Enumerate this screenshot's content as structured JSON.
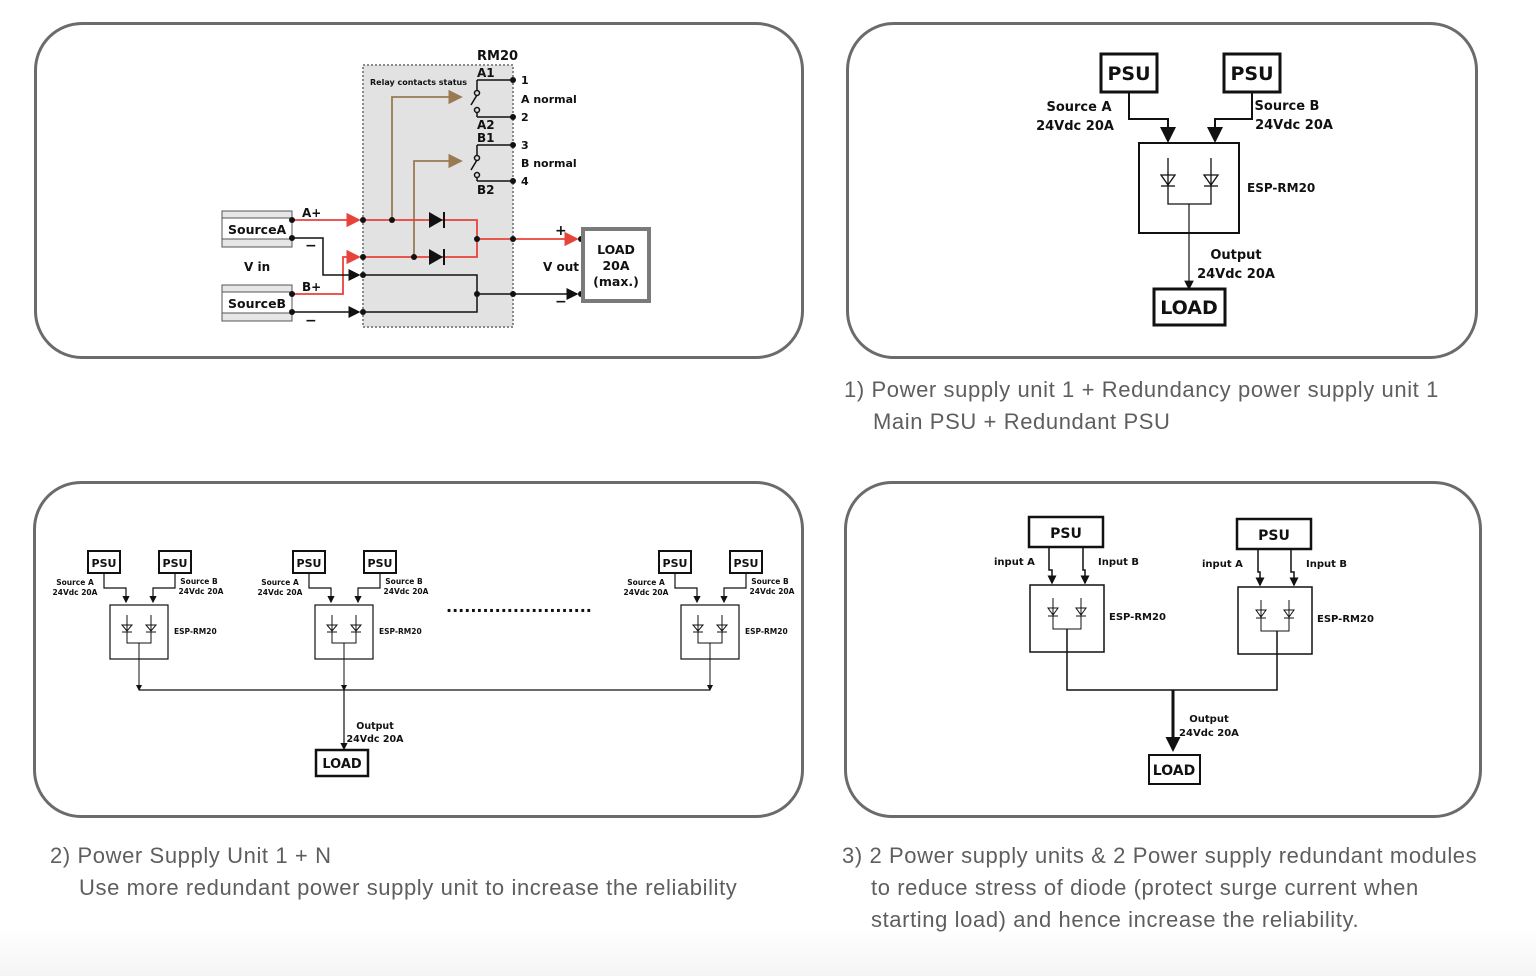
{
  "colors": {
    "panel_border": "#6b6b6b",
    "wire_positive": "#e8433a",
    "relay_line": "#9a7a52",
    "module_fill": "#e2e2e2",
    "caption_text": "#5e5e5e"
  },
  "diagram_rm20": {
    "module_title": "RM20",
    "relay_label": "Relay contacts status",
    "contacts": [
      "A1",
      "A2",
      "B1",
      "B2"
    ],
    "terminals": [
      "1",
      "2",
      "3",
      "4"
    ],
    "status_a": "A normal",
    "status_b": "B normal",
    "source_a": "SourceA",
    "source_b": "SourceB",
    "a_plus": "A+",
    "b_plus": "B+",
    "minus": "−",
    "plus": "+",
    "vin": "V in",
    "vout": "V out",
    "load_lines": [
      "LOAD",
      "20A",
      "(max.)"
    ]
  },
  "diagram_single": {
    "psu": "PSU",
    "source_a": [
      "Source  A",
      "24Vdc 20A"
    ],
    "source_b": [
      "Source  B",
      "24Vdc 20A"
    ],
    "module": "ESP-RM20",
    "output": [
      "Output",
      "24Vdc 20A"
    ],
    "load": "LOAD"
  },
  "diagram_n": {
    "psu": "PSU",
    "source_a": [
      "Source  A",
      "24Vdc 20A"
    ],
    "source_b": [
      "Source  B",
      "24Vdc 20A"
    ],
    "module": "ESP-RM20",
    "ellipsis": "........................",
    "output": [
      "Output",
      "24Vdc 20A"
    ],
    "load": "LOAD"
  },
  "diagram_dual": {
    "psu": "PSU",
    "input_a": "input  A",
    "input_b": "Input  B",
    "module": "ESP-RM20",
    "output": [
      "Output",
      "24Vdc 20A"
    ],
    "load": "LOAD"
  },
  "captions": {
    "c1": [
      "1) Power supply unit 1 + Redundancy power supply unit 1",
      "Main PSU + Redundant PSU"
    ],
    "c2": [
      "2) Power Supply Unit 1 + N",
      "Use more redundant power supply unit to increase the reliability"
    ],
    "c3": [
      "3) 2 Power supply units & 2 Power supply redundant modules",
      "to reduce stress of diode (protect surge current when",
      "starting load) and hence increase the reliability."
    ]
  }
}
